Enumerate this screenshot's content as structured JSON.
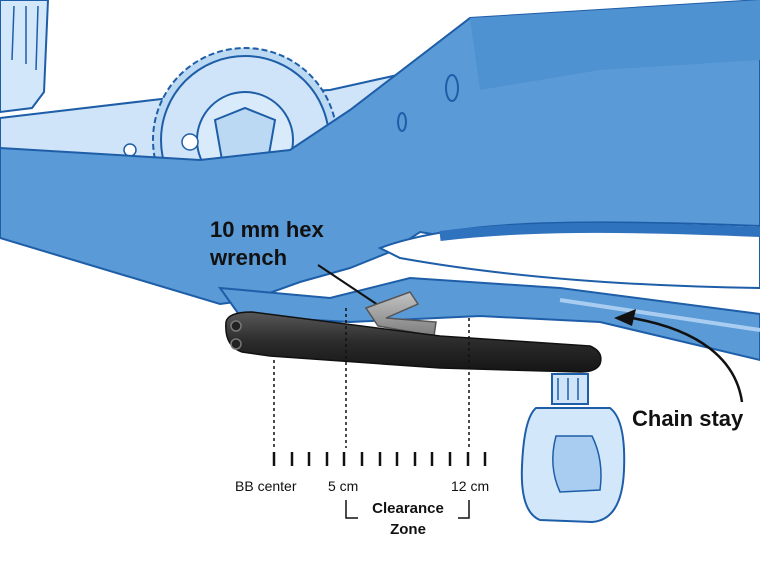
{
  "labels": {
    "wrench_line1": "10 mm hex",
    "wrench_line2": "wrench",
    "chain_stay": "Chain stay"
  },
  "scale": {
    "tick_labels": [
      "BB center",
      "5 cm",
      "12 cm"
    ],
    "zone_line1": "Clearance",
    "zone_line2": "Zone"
  },
  "colors": {
    "frame": "#5a9ad6",
    "frame_dark": "#2f72bd",
    "frame_light": "#a8cdf0",
    "line": "#1e5ea8",
    "crank_arm": "#303030",
    "wrench": "#9a9a9a"
  }
}
